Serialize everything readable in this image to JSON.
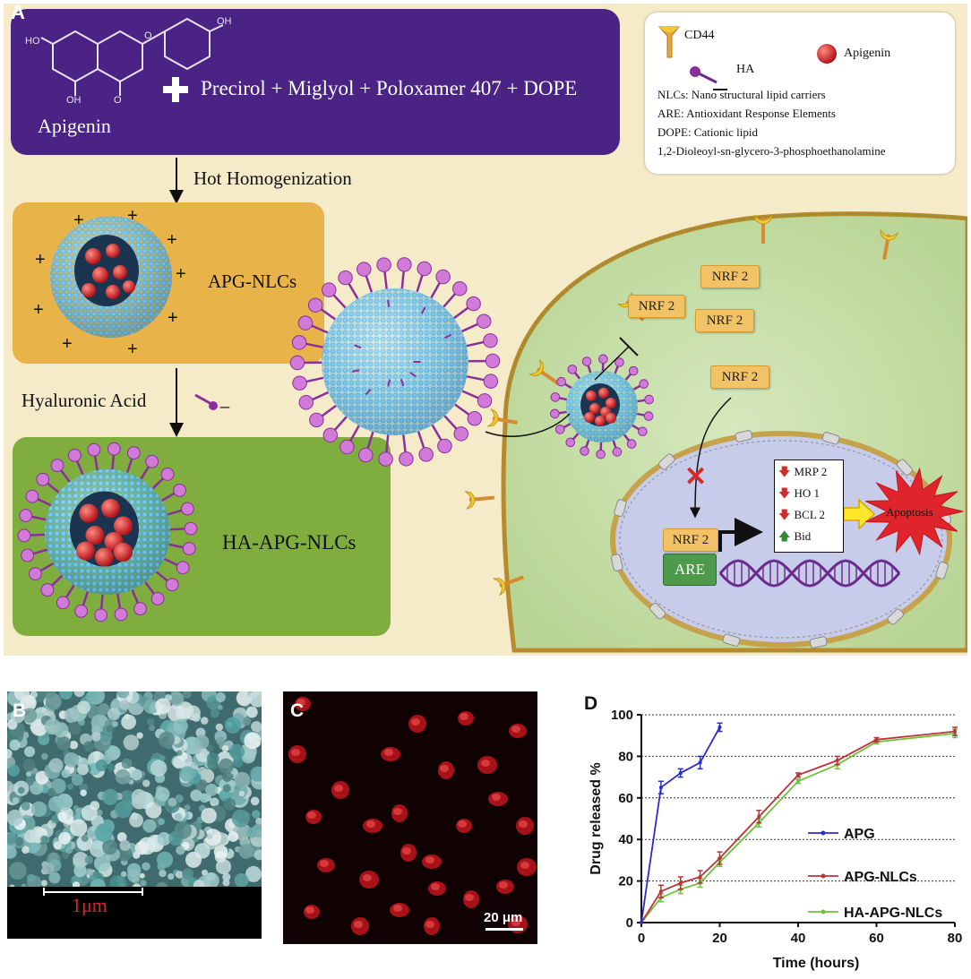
{
  "panel_a": {
    "label": "A",
    "apigenin_label": "Apigenin",
    "oh_top": "OH",
    "oh_left": "HO",
    "oh_bottom": "OH",
    "o_label": "O",
    "o_ring": "O",
    "recipe": "Precirol + Miglyol + Poloxamer 407 + DOPE",
    "step1": "Hot Homogenization",
    "apg_nlcs": "APG-NLCs",
    "step2": "Hyaluronic Acid",
    "step2_charge": "_",
    "ha_apg_nlcs": "HA-APG-NLCs",
    "legend": {
      "cd44": "CD44",
      "ha": "HA",
      "apigenin": "Apigenin",
      "lines": [
        "NLCs: Nano structural lipid carriers",
        "ARE: Antioxidant Response Elements",
        "DOPE: Cationic lipid",
        "1,2-Dioleoyl-sn-glycero-3-phosphoethanolamine"
      ]
    },
    "nrf_label": "NRF 2",
    "are_label": "ARE",
    "targets": [
      {
        "arrow": "down",
        "label": "MRP 2"
      },
      {
        "arrow": "down",
        "label": "HO 1"
      },
      {
        "arrow": "down",
        "label": "BCL 2"
      },
      {
        "arrow": "up",
        "label": "Bid"
      }
    ],
    "apoptosis": "Apoptosis",
    "colors": {
      "purple_box": "#4a2384",
      "apg_box": "#e8b44a",
      "ha_box": "#7fae3f",
      "cell": "#c9dfa9",
      "nucleus": "#c6ccea",
      "drug": "#d6262b"
    }
  },
  "panel_b": {
    "label": "B",
    "scale": "1μm"
  },
  "panel_c": {
    "label": "C",
    "scale": "20 μm"
  },
  "panel_d": {
    "label": "D"
  },
  "chart_data": {
    "type": "line",
    "xlabel": "Time (hours)",
    "ylabel": "Drug released %",
    "xlim": [
      0,
      80
    ],
    "ylim": [
      0,
      100
    ],
    "xticks": [
      0,
      20,
      40,
      60,
      80
    ],
    "yticks": [
      0,
      20,
      40,
      60,
      80,
      100
    ],
    "grid": "horizontal dotted",
    "legend_position": "right-middle",
    "series": [
      {
        "name": "APG",
        "color": "#2a2ad6",
        "x": [
          0,
          5,
          10,
          15,
          20
        ],
        "y": [
          0,
          65,
          72,
          77,
          94
        ],
        "err": [
          0,
          3,
          2,
          3,
          2
        ]
      },
      {
        "name": "APG-NLCs",
        "color": "#c0303a",
        "x": [
          0,
          5,
          10,
          15,
          20,
          30,
          40,
          50,
          60,
          80
        ],
        "y": [
          0,
          15,
          19,
          22,
          31,
          51,
          71,
          78,
          88,
          92
        ],
        "err": [
          0,
          3,
          3,
          3,
          3,
          3,
          1,
          2,
          1,
          2
        ]
      },
      {
        "name": "HA-APG-NLCs",
        "color": "#6cc23a",
        "x": [
          0,
          5,
          10,
          15,
          20,
          30,
          40,
          50,
          60,
          80
        ],
        "y": [
          0,
          12,
          16,
          19,
          29,
          48,
          68,
          76,
          87,
          91
        ],
        "err": [
          0,
          2,
          2,
          2,
          2,
          2,
          1,
          2,
          1,
          2
        ]
      }
    ]
  }
}
